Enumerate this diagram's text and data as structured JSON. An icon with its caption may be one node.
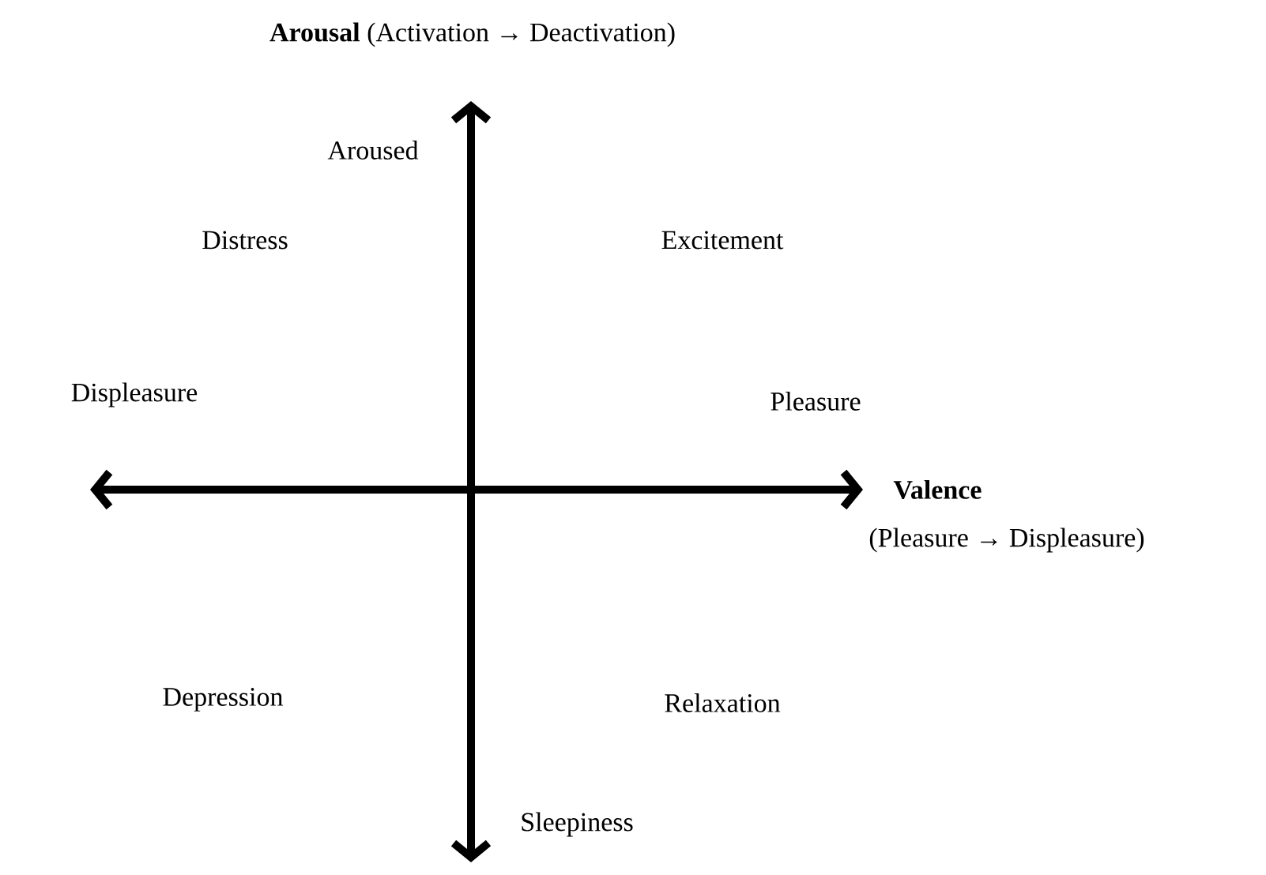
{
  "diagram": {
    "labels": [
      "**Arousal** (Activation → Deactivation)",
      "Aroused",
      "Distress",
      "Excitement",
      "Displeasure",
      "Pleasure",
      "**Valence**",
      "(Pleasure → Displeasure)",
      "Depression",
      "Relaxation",
      "Sleepiness"
    ]
  }
}
